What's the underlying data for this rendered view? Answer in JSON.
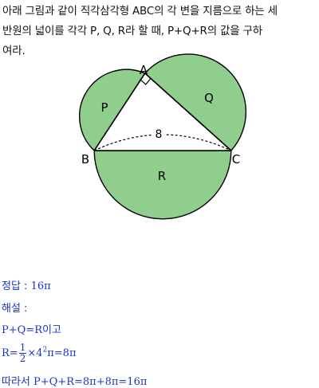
{
  "problem": {
    "line1": "아래 그림과 같이 직각삼각형 ABC의 각 변을 지름으로 하는 세",
    "line2": "반원의 넓이를 각각 P, Q, R라 할 때, P+Q+R의 값을 구하",
    "line3": "여라."
  },
  "figure": {
    "vertex_a": "A",
    "vertex_b": "B",
    "vertex_c": "C",
    "region_p": "P",
    "region_q": "Q",
    "region_r": "R",
    "length_bc": "8",
    "fill_color": "#8fce8c",
    "stroke_color": "#000000"
  },
  "answer": {
    "answer_label": "정답 : ",
    "answer_value": "16π",
    "explanation_label": "해설 :",
    "step1_math": "P+Q=R",
    "step1_suffix": "이고",
    "step2_lhs": "R=",
    "step2_frac_num": "1",
    "step2_frac_den": "2",
    "step2_times": "×4",
    "step2_exp": "2",
    "step2_rest": "π=8π",
    "step3_prefix": "따라서 ",
    "step3_math": "P+Q+R=8π+8π=16π",
    "color": "#1a35c8"
  }
}
